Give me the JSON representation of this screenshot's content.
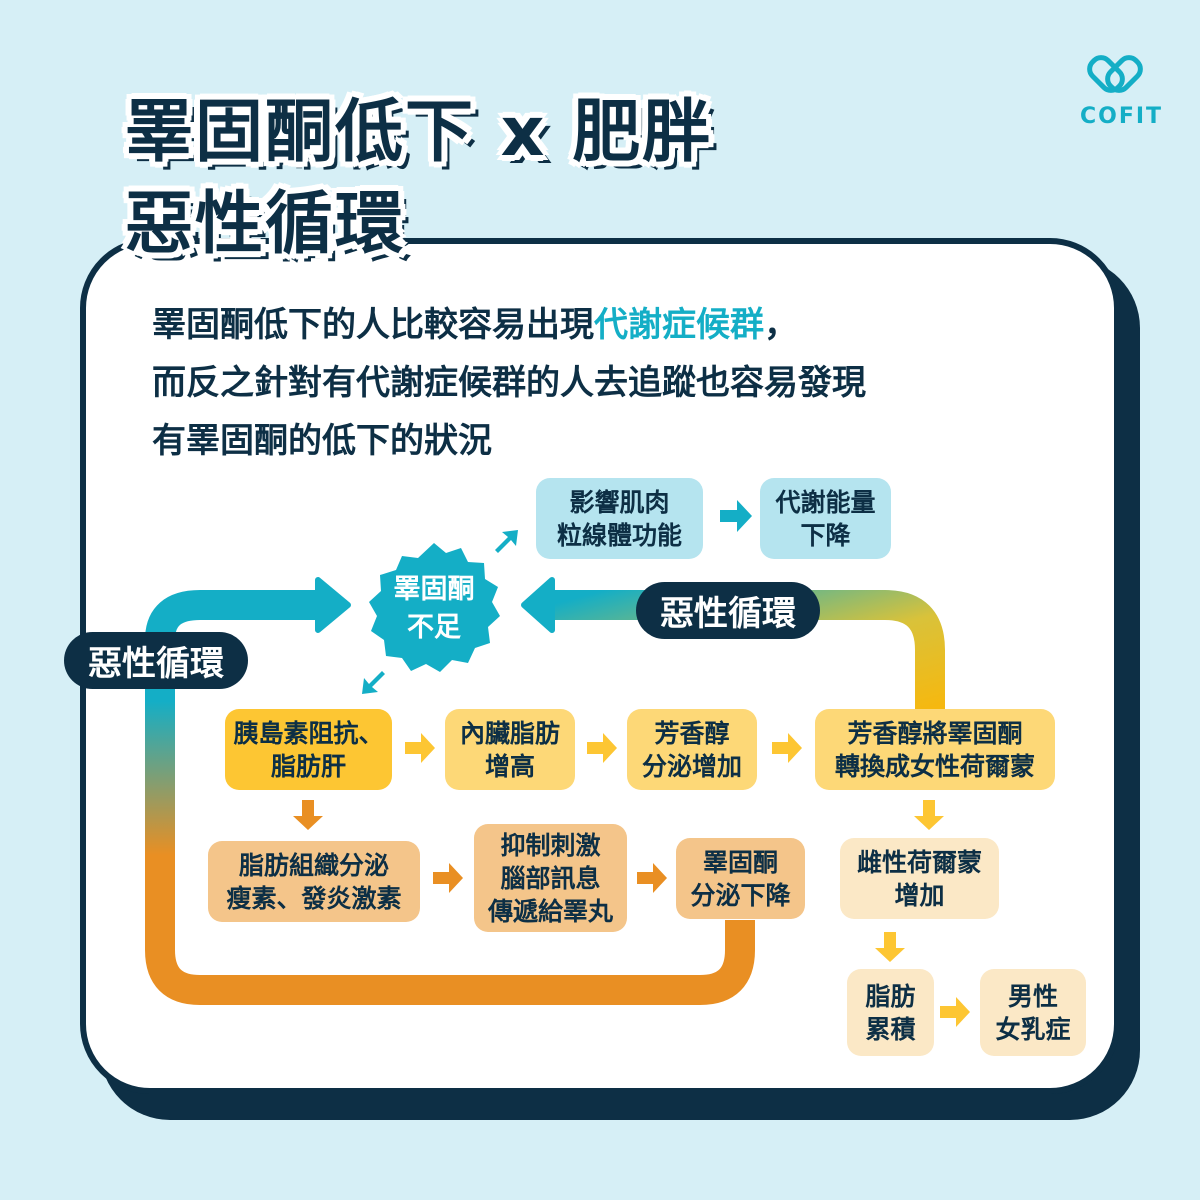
{
  "title": {
    "line1": "睪固酮低下 x 肥胖",
    "line2": "惡性循環"
  },
  "logo": {
    "text": "COFIT"
  },
  "intro": {
    "part1": "睪固酮低下的人比較容易出現",
    "highlight": "代謝症候群",
    "part2": "，",
    "line2": "而反之針對有代謝症候群的人去追蹤也容易發現",
    "line3": "有睪固酮的低下的狀況"
  },
  "center": "睪固酮\n不足",
  "loop_labels": {
    "left": "惡性循環",
    "right": "惡性循環"
  },
  "boxes": {
    "muscle": "影響肌肉\n粒線體功能",
    "metabolism": "代謝能量\n下降",
    "insulin": "胰島素阻抗、\n脂肪肝",
    "visceral": "內臟脂肪\n增高",
    "aromatase": "芳香醇\n分泌增加",
    "convert": "芳香醇將睪固酮\n轉換成女性荷爾蒙",
    "leptin": "脂肪組織分泌\n瘦素、發炎激素",
    "suppress": "抑制刺激\n腦部訊息\n傳遞給睪丸",
    "testo_down": "睪固酮\n分泌下降",
    "estrogen": "雌性荷爾蒙\n增加",
    "fat": "脂肪\n累積",
    "gyneco": "男性\n女乳症"
  },
  "colors": {
    "navy": "#0d2f45",
    "teal": "#14aec6",
    "yellow": "#fdc633",
    "orange": "#e98f23"
  }
}
